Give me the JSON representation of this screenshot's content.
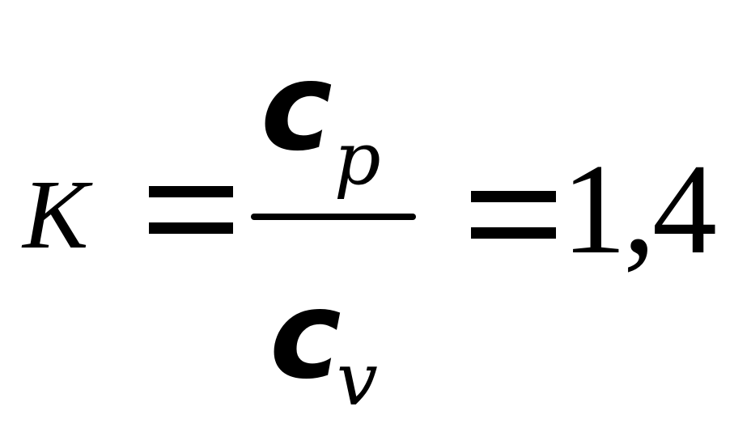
{
  "formula": {
    "lhs_symbol": "K",
    "numerator": {
      "symbol": "c",
      "subscript": "p"
    },
    "denominator": {
      "symbol": "c",
      "subscript": "v"
    },
    "result": "1,4"
  }
}
